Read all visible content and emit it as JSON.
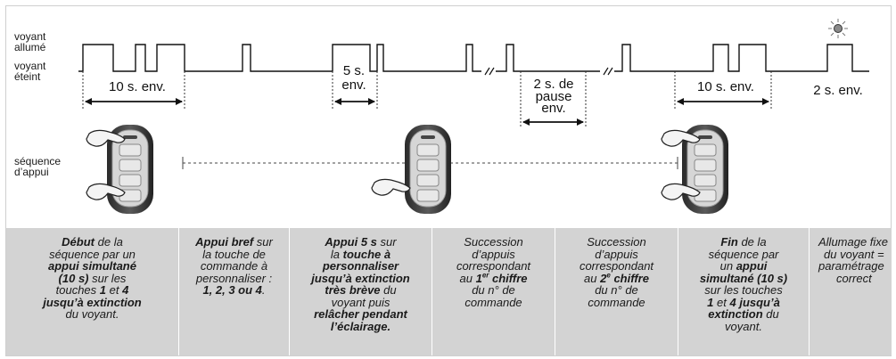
{
  "labels": {
    "led_on_1": "voyant",
    "led_on_2": "allumé",
    "led_off_1": "voyant",
    "led_off_2": "éteint",
    "sequence_1": "séquence",
    "sequence_2": "d’appui"
  },
  "timing": {
    "start_duration": "10 s. env.",
    "press5_line1": "5 s.",
    "press5_line2": "env.",
    "pause_line1": "2 s. de",
    "pause_line2": "pause",
    "pause_line3": "env.",
    "end_duration": "10 s. env.",
    "final_duration": "2 s. env."
  },
  "steps": [
    {
      "l1b": "Début",
      "l1": "de la",
      "l2": "séquence par un",
      "l3b": "appui simultané",
      "l4b": "(10 s)",
      "l4": "sur les",
      "l5a": "touches",
      "l5b": "1",
      "l5c": "et",
      "l5d": "4",
      "l6b": "jusqu’à extinction",
      "l7": "du voyant."
    },
    {
      "l1b": "Appui bref",
      "l1": "sur",
      "l2": "la touche de",
      "l3": "commande à",
      "l4": "personnaliser :",
      "l5b": "1, 2, 3 ou 4",
      "l5": "."
    },
    {
      "l1b": "Appui 5 s",
      "l1": "sur",
      "l2a": "la",
      "l2b": "touche à",
      "l3b": "personnaliser",
      "l4b": "jusqu’à extinction",
      "l5b": "très brève",
      "l5": "du",
      "l6": "voyant puis",
      "l7b": "relâcher pendant",
      "l8b": "l’éclairage."
    },
    {
      "l1": "Succession",
      "l2": "d’appuis",
      "l3": "correspondant",
      "l4a": "au",
      "l4b": "1",
      "l4sup": "er",
      "l4c": "chiffre",
      "l5": "du n° de",
      "l6": "commande"
    },
    {
      "l1": "Succession",
      "l2": "d’appuis",
      "l3": "correspondant",
      "l4a": "au",
      "l4b": "2",
      "l4sup": "e",
      "l4c": "chiffre",
      "l5": "du n° de",
      "l6": "commande"
    },
    {
      "l1b": "Fin",
      "l1": "de la",
      "l2": "séquence par",
      "l3a": "un",
      "l3b": "appui",
      "l4b": "simultané (10 s)",
      "l5": "sur les touches",
      "l6a": "1",
      "l6b": "et",
      "l6c": "4 jusqu’à",
      "l7b": "extinction",
      "l7": "du",
      "l8": "voyant."
    },
    {
      "l1": "Allumage fixe",
      "l2": "du voyant =",
      "l3": "paramétrage",
      "l4": "correct"
    }
  ]
}
